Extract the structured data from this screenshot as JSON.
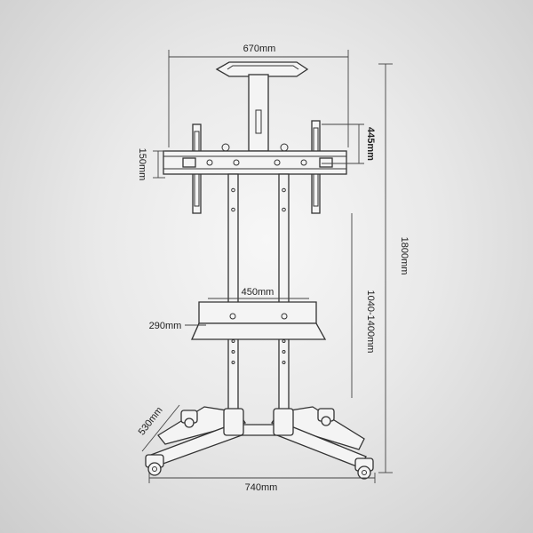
{
  "diagram": {
    "subject": "Mobile TV stand with mount, tray and caster base",
    "dimensions": {
      "top_width": "670mm",
      "bracket_height": "445mm",
      "plate_height": "150mm",
      "total_height": "1800mm",
      "adjust_range": "1040-1400mm",
      "shelf_width": "450mm",
      "shelf_depth": "290mm",
      "base_depth": "530mm",
      "base_width": "740mm"
    }
  }
}
